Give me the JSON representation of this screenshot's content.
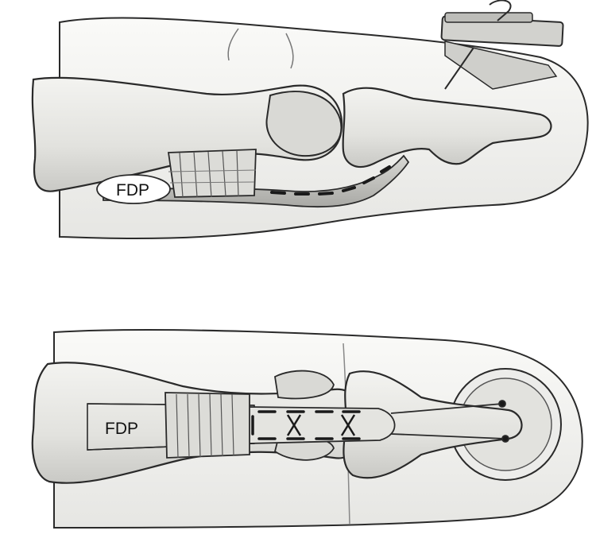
{
  "figure": {
    "top_panel": {
      "tendon_label": "FDP",
      "view": "lateral"
    },
    "bottom_panel": {
      "tendon_label": "FDP",
      "view": "volar"
    }
  },
  "colors": {
    "skin": "#f4f4f2",
    "bone": "#e9e9e6",
    "ink": "#2a2a2a",
    "shade": "#b9b9b5",
    "pulley": "#dcdcd8"
  }
}
